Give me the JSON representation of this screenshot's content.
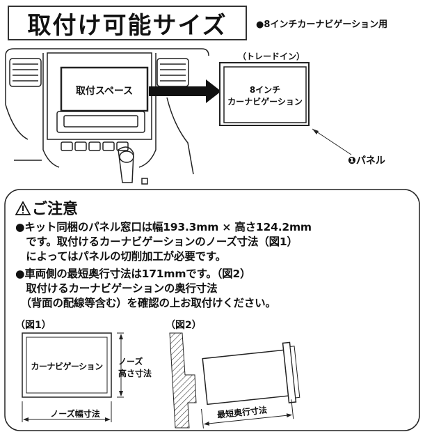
{
  "header": {
    "title": "取付け可能サイズ",
    "subtitle": "●8インチカーナビゲーション用"
  },
  "illustration": {
    "space_label": "取付スペース",
    "trade_in": "（トレードイン）",
    "navi_line1": "8インチ",
    "navi_line2": "カーナビゲーション",
    "panel_marker": "❶",
    "panel_label": "パネル"
  },
  "notice": {
    "icon": "warning-triangle-icon",
    "title": "ご注意",
    "lines": [
      "●キット同梱のパネル窓口は幅193.3mm × 高さ124.2mm",
      "　です。取付けるカーナビゲーションのノーズ寸法（図1）",
      "　によってはパネルの切削加工が必要です。",
      "●車両側の最短奥行寸法は171mmです。（図2）",
      "　取付けるカーナビゲーションの奥行寸法",
      "　（背面の配線等含む）を確認の上お取付けください。"
    ]
  },
  "figure1": {
    "label": "（図1）",
    "unit_label": "カーナビゲーション",
    "nose_height_l1": "ノーズ",
    "nose_height_l2": "高さ寸法",
    "nose_width": "ノーズ幅寸法"
  },
  "figure2": {
    "label": "（図2）",
    "depth_label": "最短奥行寸法"
  }
}
